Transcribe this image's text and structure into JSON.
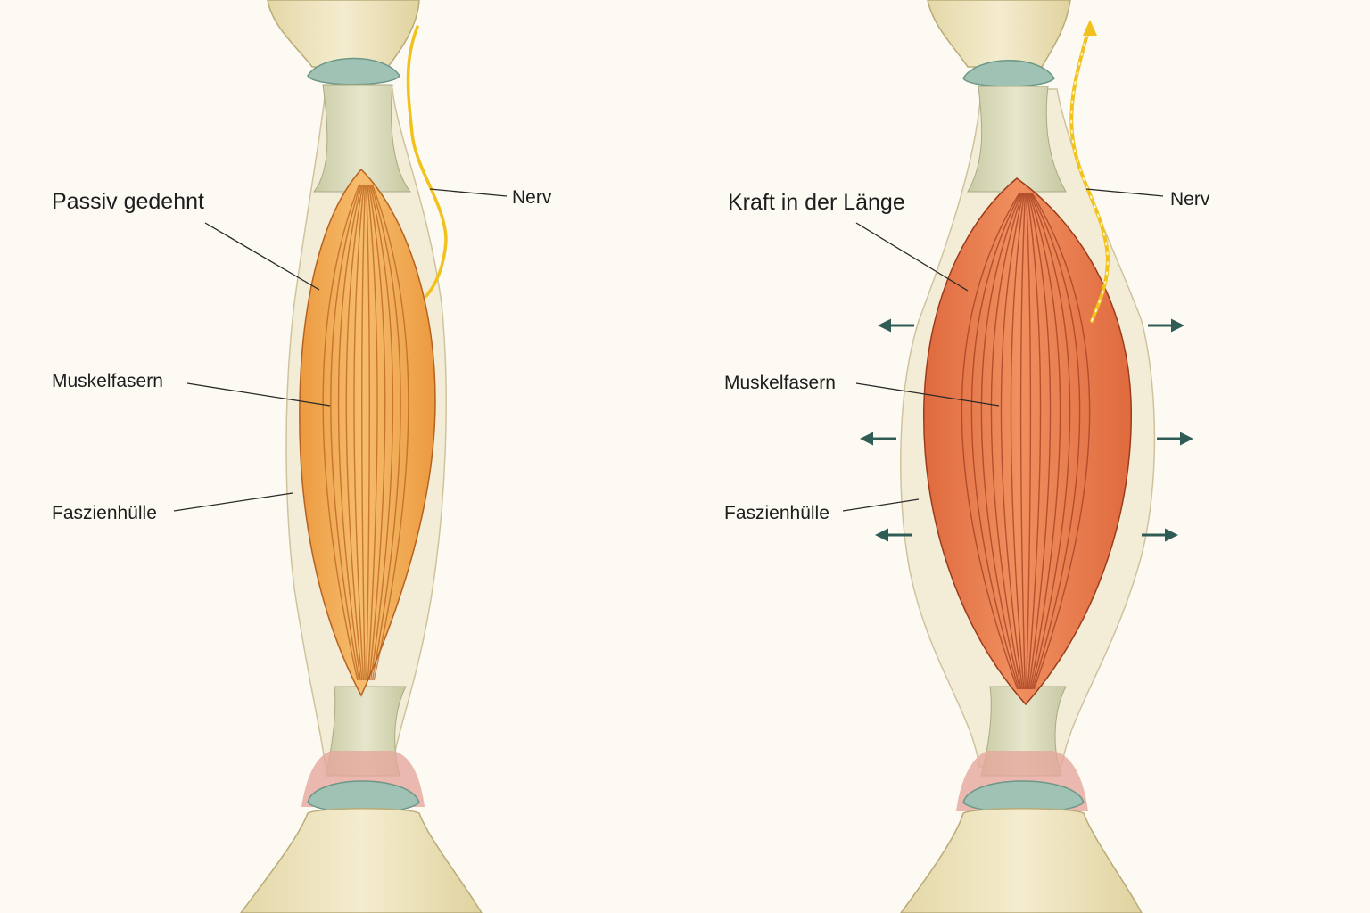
{
  "panels": [
    {
      "state_label": "Passiv gedehnt",
      "nerve_label": "Nerv",
      "fibers_label": "Muskelfasern",
      "fascia_label": "Faszienhülle",
      "muscle_color": "#ec9a3f",
      "muscle_color_light": "#f6bd6e",
      "fiber_line_color": "#b9621c",
      "nerve_style": "solid",
      "arrows": false
    },
    {
      "state_label": "Kraft in der Länge",
      "nerve_label": "Nerv",
      "fibers_label": "Muskelfasern",
      "fascia_label": "Faszienhülle",
      "muscle_color": "#df6a3e",
      "muscle_color_light": "#f08f5f",
      "fiber_line_color": "#a03e1f",
      "nerve_style": "dotted-with-arrow",
      "arrows": true
    }
  ],
  "colors": {
    "bone": "#efe6c2",
    "bone_shade": "#d9cc9a",
    "cartilage": "#9fc2b4",
    "tendon": "#dcddbf",
    "fascia": "#f3ecd6",
    "nerve": "#f2c21c",
    "arrow": "#2f5d56",
    "synovial": "#e5a79c"
  },
  "icons": {
    "outward_arrow": "arrow-icon",
    "nerve_signal_arrow": "arrow-up-icon"
  }
}
